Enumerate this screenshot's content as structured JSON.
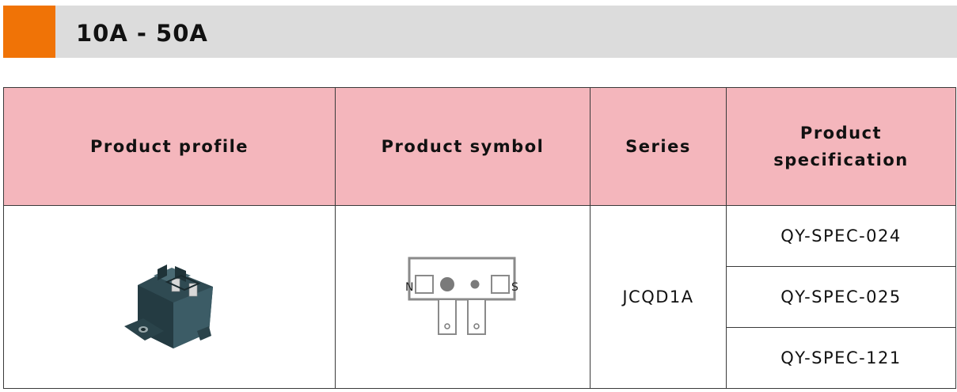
{
  "header": {
    "title": "10A - 50A",
    "accent_color": "#f07306",
    "bar_color": "#dcdcdc"
  },
  "table": {
    "header_bg": "#f4b6bc",
    "columns": [
      "Product profile",
      "Product symbol",
      "Series",
      "Product specification"
    ],
    "row": {
      "series": "JCQD1A",
      "specifications": [
        "QY-SPEC-024",
        "QY-SPEC-025",
        "QY-SPEC-121"
      ],
      "symbol": {
        "left_label": "N",
        "right_label": "S"
      }
    }
  }
}
